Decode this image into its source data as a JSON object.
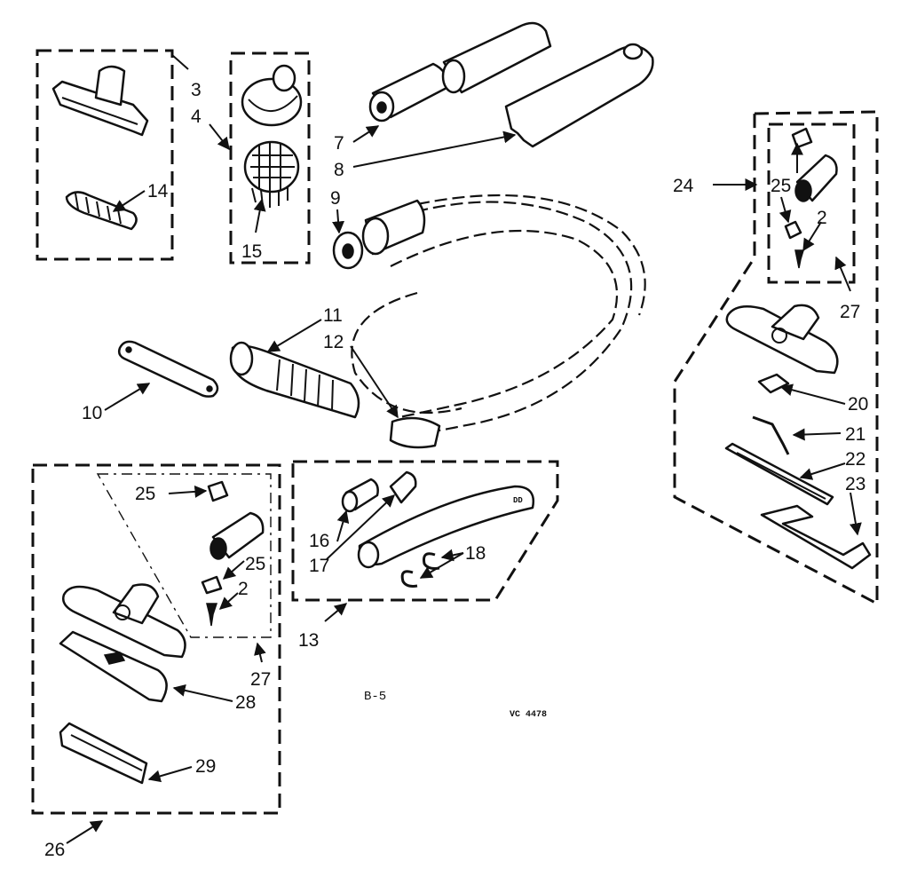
{
  "diagram_id": "B-5",
  "drawing_code": "VC 4478",
  "callouts": {
    "c2": "2",
    "c3": "3",
    "c4": "4",
    "c7": "7",
    "c8": "8",
    "c9": "9",
    "c10": "10",
    "c11": "11",
    "c12": "12",
    "c13": "13",
    "c14": "14",
    "c15": "15",
    "c16": "16",
    "c17": "17",
    "c18": "18",
    "c20": "20",
    "c21": "21",
    "c22": "22",
    "c23": "23",
    "c24": "24",
    "c25": "25",
    "c26": "26",
    "c27": "27",
    "c28": "28",
    "c29": "29"
  },
  "hose_label": "DD"
}
